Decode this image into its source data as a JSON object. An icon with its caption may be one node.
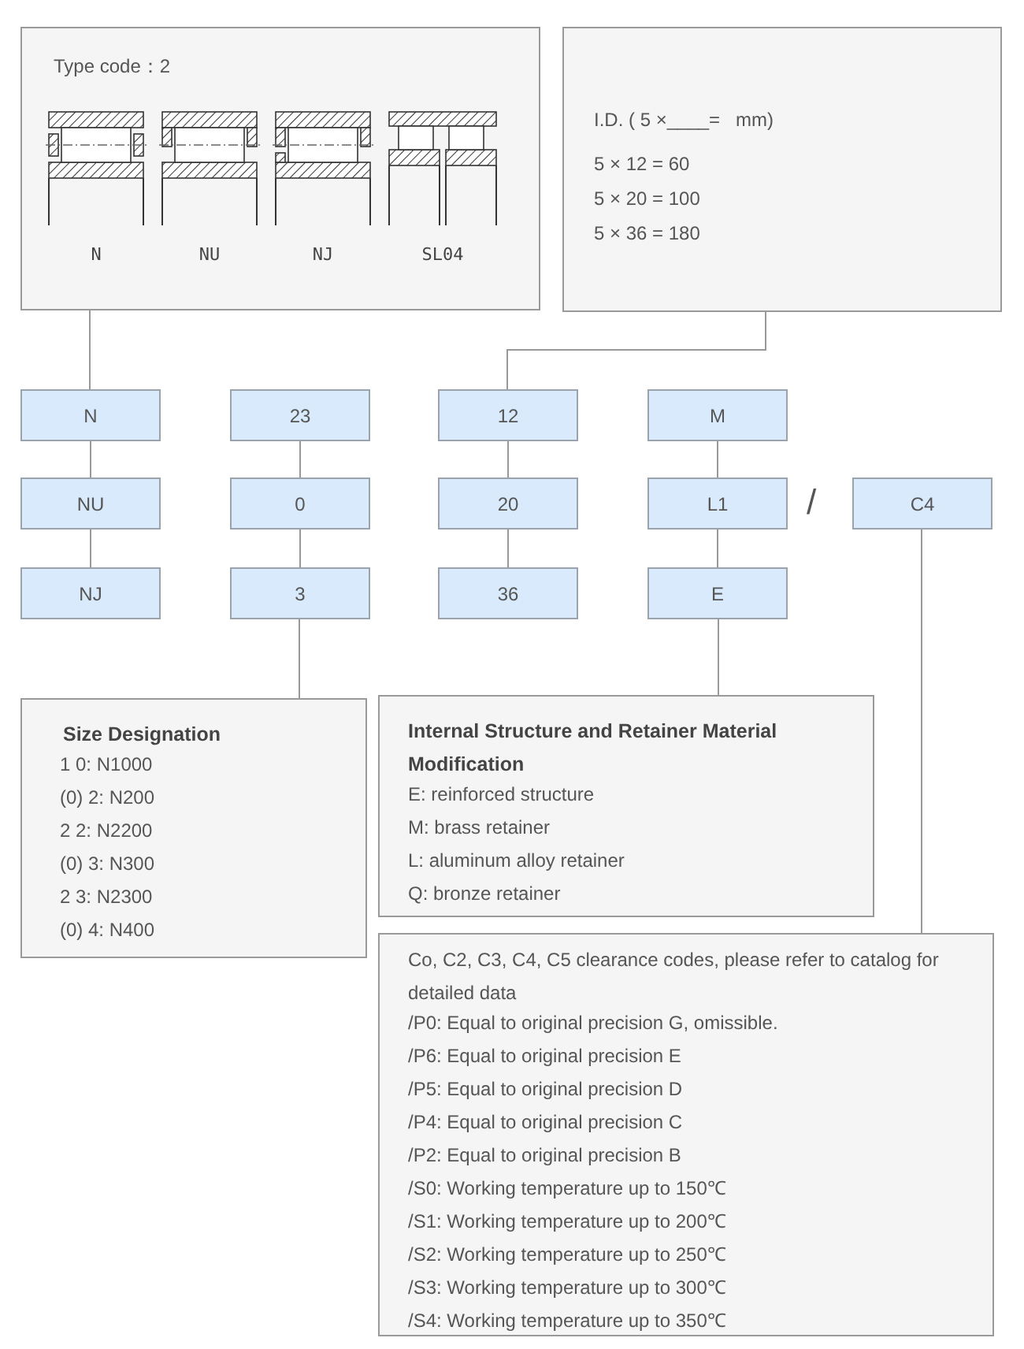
{
  "diagram": {
    "nodes": [
      {
        "text": [
          "Type code：2"
        ]
      },
      {
        "text": [
          "N"
        ],
        "in": 0
      },
      {
        "text": [
          "NU"
        ],
        "in": 0
      },
      {
        "text": [
          "NJ"
        ],
        "in": 0
      },
      {
        "text": [
          "SL04"
        ],
        "in": 0
      },
      {
        "text": [
          "I.D. ( 5 ×____=   mm)",
          "5 × 12 = 60",
          "5 × 20 = 100",
          "5 × 36 = 180"
        ]
      },
      {
        "text": [
          "N"
        ]
      },
      {
        "text": [
          "NU"
        ]
      },
      {
        "text": [
          "NJ"
        ]
      },
      {
        "text": [
          "23"
        ]
      },
      {
        "text": [
          "0"
        ]
      },
      {
        "text": [
          "3"
        ]
      },
      {
        "text": [
          "12"
        ]
      },
      {
        "text": [
          "20"
        ]
      },
      {
        "text": [
          "36"
        ]
      },
      {
        "text": [
          "M"
        ]
      },
      {
        "text": [
          "L1"
        ]
      },
      {
        "text": [
          "E"
        ]
      },
      {
        "text": [
          "C4"
        ]
      },
      {
        "text": [
          "Size Designation",
          "1 0: N1000",
          "(0) 2: N200",
          "2 2: N2200",
          "(0) 3: N300",
          "2 3: N2300",
          "(0) 4: N400"
        ]
      },
      {
        "text": [
          "Internal Structure and Retainer Material Modification",
          "E: reinforced structure",
          "M: brass retainer",
          "L: aluminum alloy retainer",
          "Q: bronze retainer"
        ]
      },
      {
        "text": [
          "Co, C2, C3, C4, C5 clearance codes, please refer to catalog for detailed data",
          "/P0: Equal to original precision G, omissible.",
          "/P6: Equal to original precision E",
          "/P5: Equal to original precision D",
          "/P4: Equal to original precision C",
          "/P2: Equal to original precision B",
          "/S0: Working temperature up to 150℃",
          "/S1: Working temperature up to 200℃",
          "/S2: Working temperature up to 250℃",
          "/S3: Working temperature up to 300℃",
          "/S4: Working temperature up to 350℃"
        ]
      }
    ],
    "edges": [
      {
        "from": 0,
        "to": 6,
        "arrow": "none"
      },
      {
        "from": 5,
        "to": 12,
        "arrow": "none"
      },
      {
        "from": 6,
        "to": 7,
        "arrow": "none"
      },
      {
        "from": 7,
        "to": 8,
        "arrow": "none"
      },
      {
        "from": 9,
        "to": 10,
        "arrow": "none"
      },
      {
        "from": 10,
        "to": 11,
        "arrow": "none"
      },
      {
        "from": 12,
        "to": 13,
        "arrow": "none"
      },
      {
        "from": 13,
        "to": 14,
        "arrow": "none"
      },
      {
        "from": 15,
        "to": 16,
        "arrow": "none"
      },
      {
        "from": 16,
        "to": 17,
        "arrow": "none"
      },
      {
        "from": 11,
        "to": 19,
        "arrow": "none"
      },
      {
        "from": 17,
        "to": 20,
        "arrow": "none"
      },
      {
        "from": 18,
        "to": 21,
        "arrow": "none"
      }
    ],
    "labels": [
      "/"
    ]
  }
}
